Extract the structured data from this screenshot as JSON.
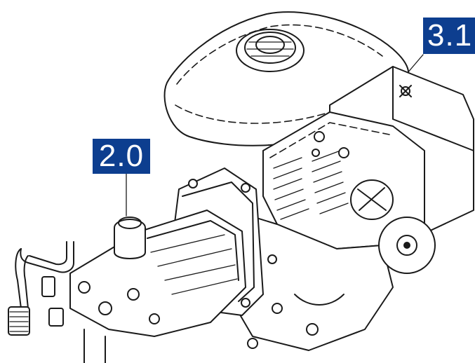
{
  "callouts": [
    {
      "label": "2.0",
      "color": "#0d3e8f"
    },
    {
      "label": "3.1",
      "color": "#0d3e8f"
    }
  ],
  "icons": {
    "drawing": "pressure-washer-engine-pump-diagram"
  }
}
